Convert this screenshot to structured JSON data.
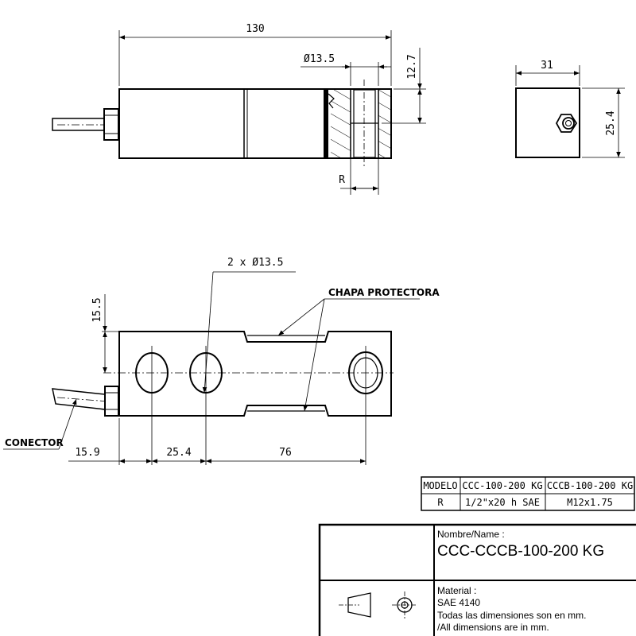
{
  "top_view": {
    "dim_length": "130",
    "dim_hole": "Ø13.5",
    "dim_depth": "12.7",
    "thread_label": "R"
  },
  "end_view": {
    "dim_width": "31",
    "dim_height": "25.4"
  },
  "side_view": {
    "holes_label": "2 x Ø13.5",
    "dim_offset": "15.5",
    "cover_label": "CHAPA PROTECTORA",
    "connector_label": "CONECTOR",
    "dim_a": "15.9",
    "dim_b": "25.4",
    "dim_c": "76"
  },
  "model_table": {
    "headers": [
      "MODELO",
      "CCC-100-200 KG",
      "CCCB-100-200 KG"
    ],
    "row": [
      "R",
      "1/2\"x20 h SAE",
      "M12x1.75"
    ]
  },
  "title_block": {
    "name_label": "Nombre/Name :",
    "name_value": "CCC-CCCB-100-200 KG",
    "material_label": "Material :",
    "material_value": "SAE 4140",
    "note_es": "Todas las dimensiones son en mm.",
    "note_en": "/All dimensions are in mm."
  }
}
